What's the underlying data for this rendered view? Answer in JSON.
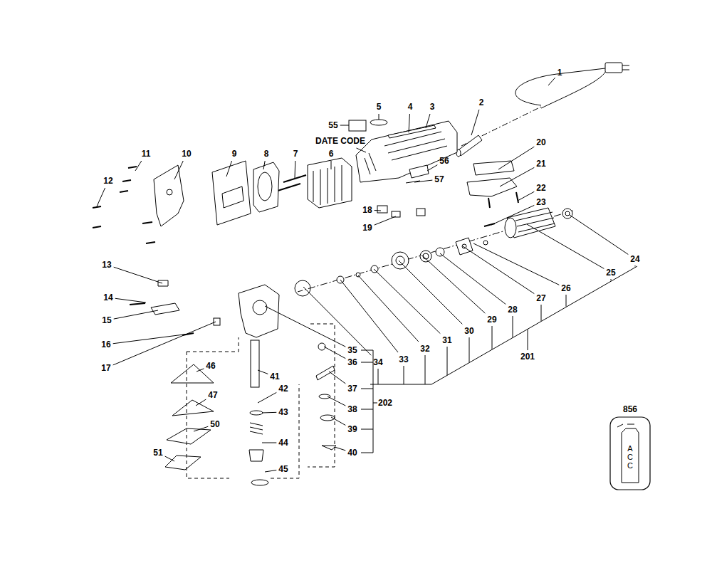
{
  "diagram": {
    "nodes": [
      {
        "text": [
          "856",
          "ACC"
        ]
      }
    ],
    "labels": [
      "1",
      "2",
      "3",
      "4",
      "5",
      "55",
      "DATE CODE",
      "6",
      "7",
      "8",
      "9",
      "10",
      "11",
      "12",
      "56",
      "57",
      "20",
      "21",
      "22",
      "23",
      "24",
      "25",
      "26",
      "27",
      "28",
      "29",
      "30",
      "31",
      "32",
      "33",
      "34",
      "35",
      "36",
      "37",
      "38",
      "39",
      "40",
      "201",
      "202",
      "41",
      "42",
      "43",
      "44",
      "45",
      "46",
      "47",
      "50",
      "51",
      "13",
      "14",
      "15",
      "16",
      "17",
      "18",
      "19"
    ]
  }
}
